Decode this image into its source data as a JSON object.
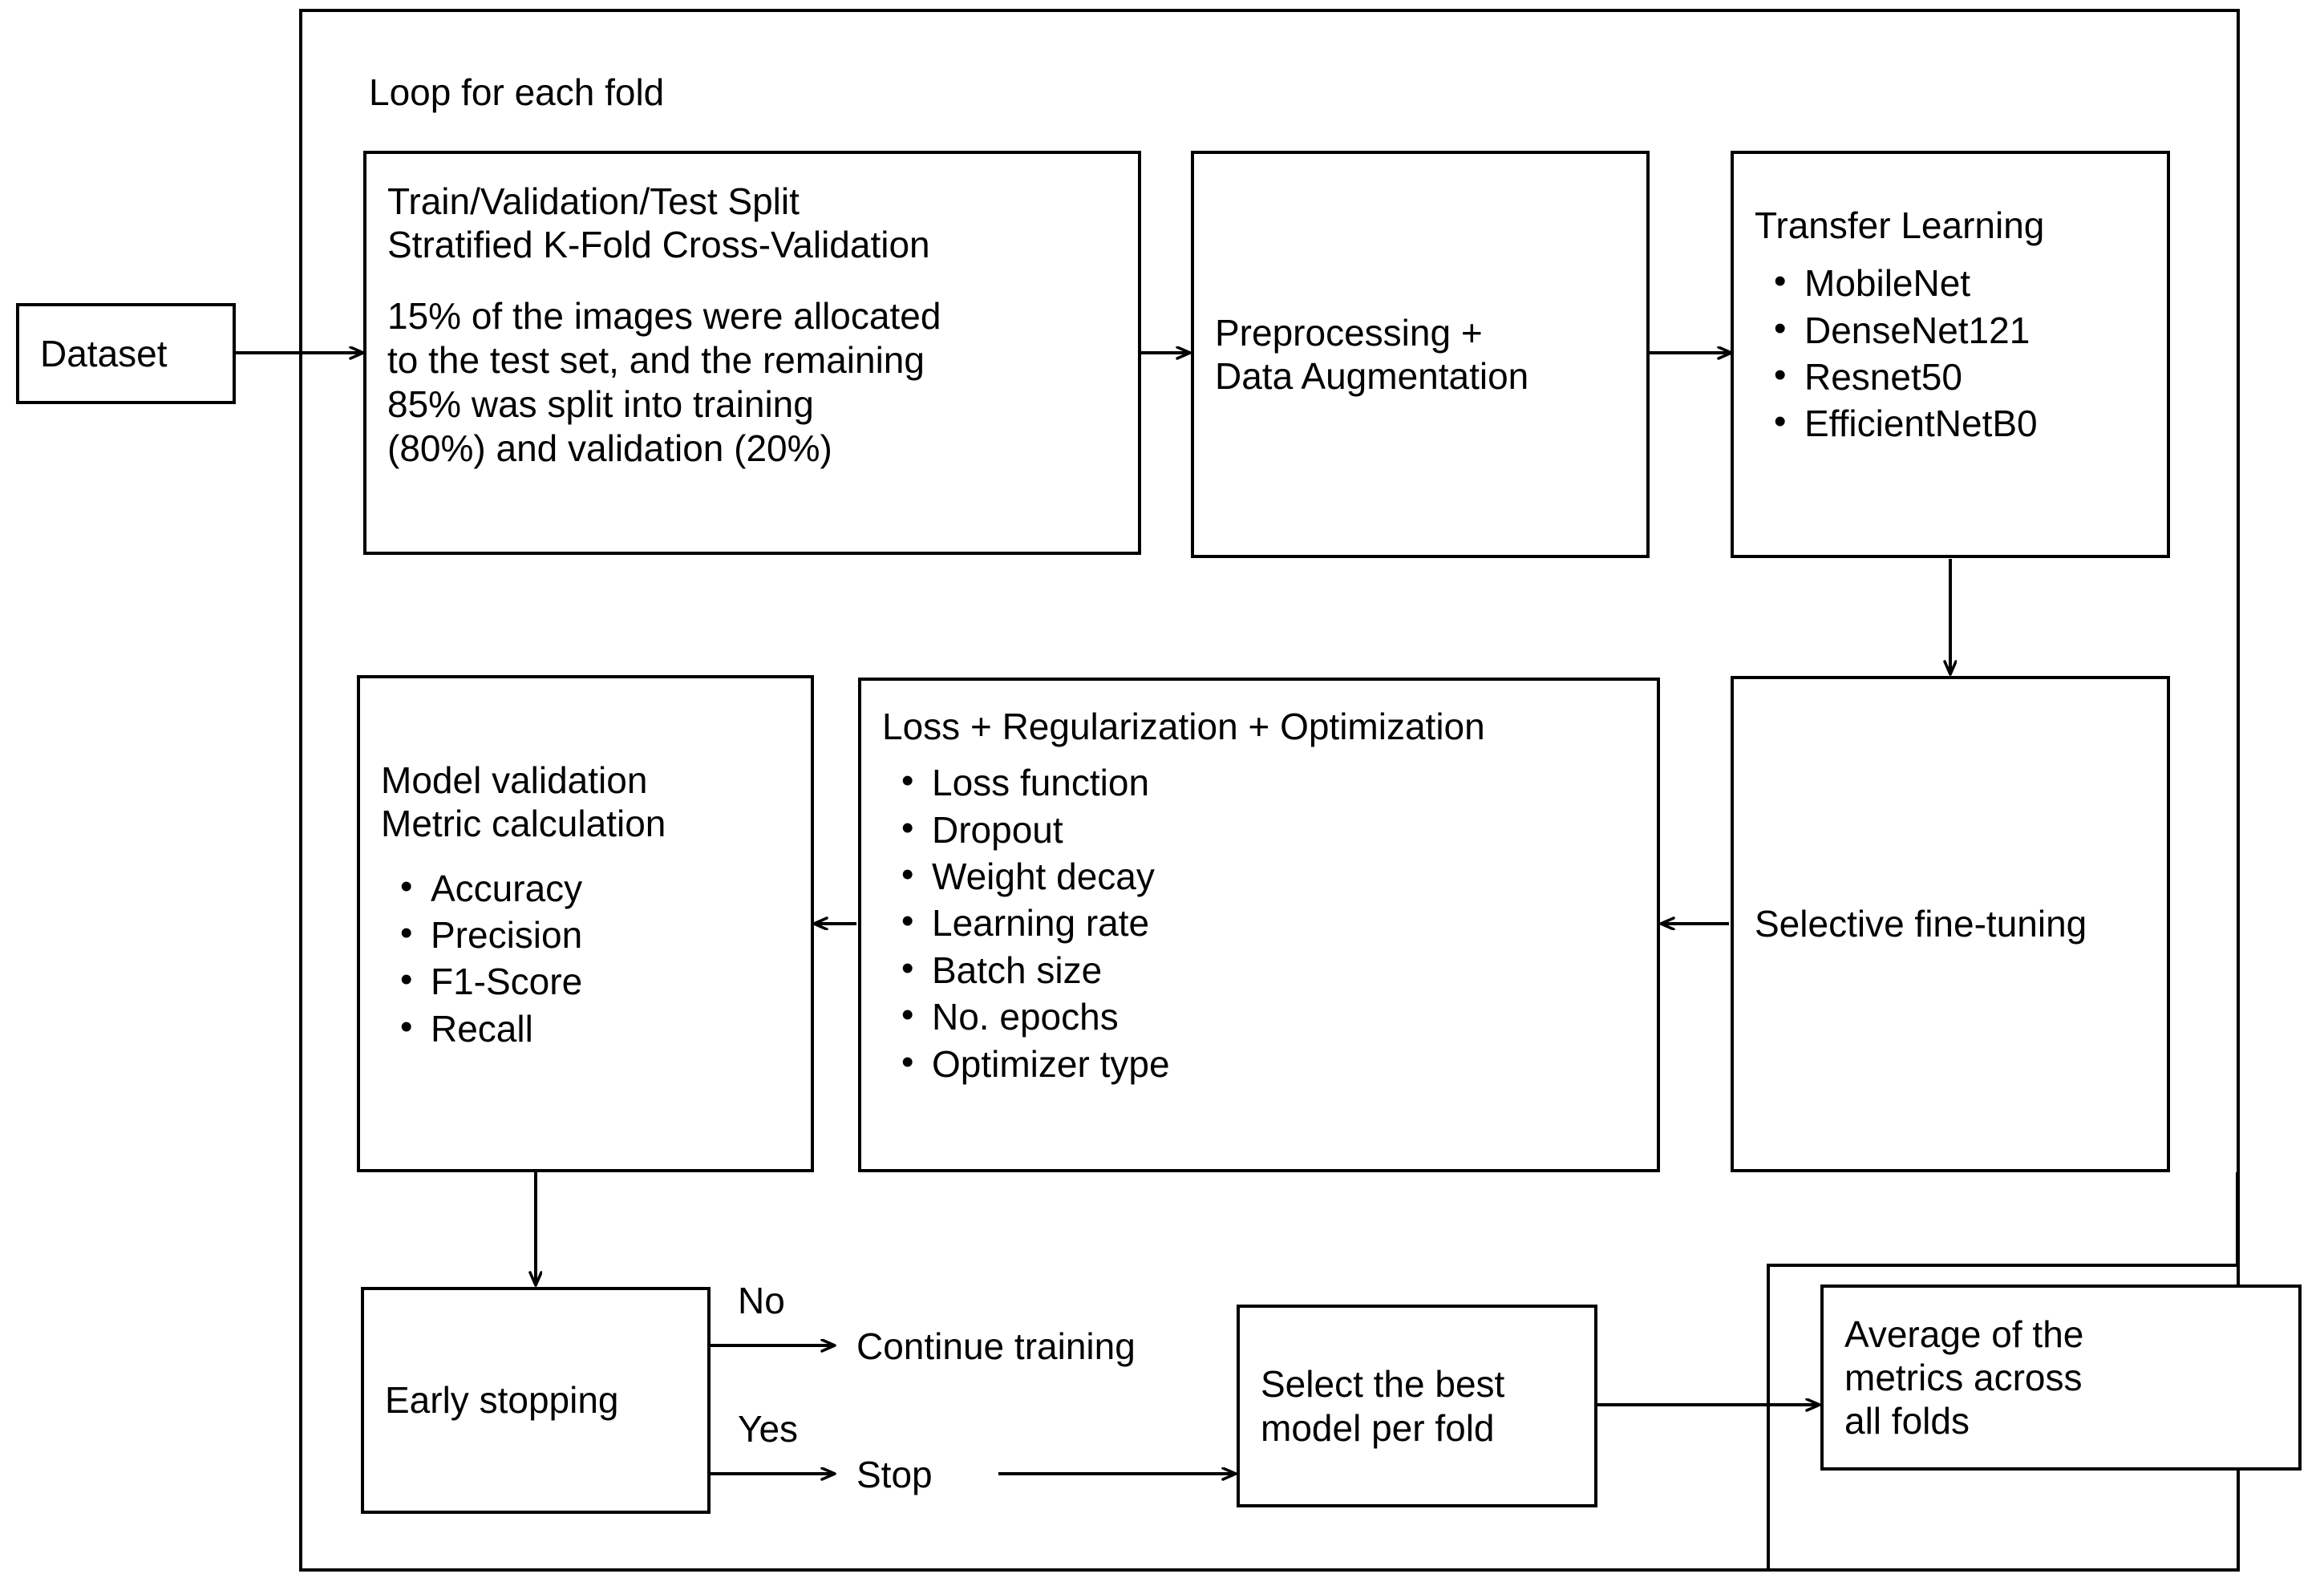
{
  "diagram": {
    "loop_label": "Loop for each fold",
    "nodes": {
      "dataset": {
        "label": "Dataset"
      },
      "split": {
        "line1": "Train/Validation/Test Split",
        "line2": "Stratified K-Fold Cross-Validation",
        "paragraph_line1": "15% of the images were allocated",
        "paragraph_line2": "to the test set, and the remaining",
        "paragraph_line3": "85% was split into training",
        "paragraph_line4": "(80%) and validation (20%)"
      },
      "preprocessing": {
        "line1": "Preprocessing +",
        "line2": "Data Augmentation"
      },
      "transfer_learning": {
        "title": "Transfer Learning",
        "items": [
          "MobileNet",
          "DenseNet121",
          "Resnet50",
          "EfficientNetB0"
        ]
      },
      "selective_finetuning": {
        "label": "Selective fine-tuning"
      },
      "loss_block": {
        "title": "Loss + Regularization + Optimization",
        "items": [
          "Loss function",
          "Dropout",
          "Weight decay",
          "Learning rate",
          "Batch size",
          "No. epochs",
          "Optimizer type"
        ]
      },
      "model_validation": {
        "line1": "Model validation",
        "line2": "Metric calculation",
        "items": [
          "Accuracy",
          "Precision",
          "F1-Score",
          "Recall"
        ]
      },
      "early_stopping": {
        "label": "Early stopping"
      },
      "select_best_model": {
        "line1": "Select the best",
        "line2": "model per fold"
      },
      "average_metrics": {
        "line1": "Average of the",
        "line2": "metrics across",
        "line3": "all folds"
      }
    },
    "edge_labels": {
      "no": "No",
      "yes": "Yes",
      "continue_training": "Continue training",
      "stop": "Stop"
    },
    "colors": {
      "stroke": "#000000",
      "background": "#ffffff",
      "text": "#000000"
    }
  }
}
